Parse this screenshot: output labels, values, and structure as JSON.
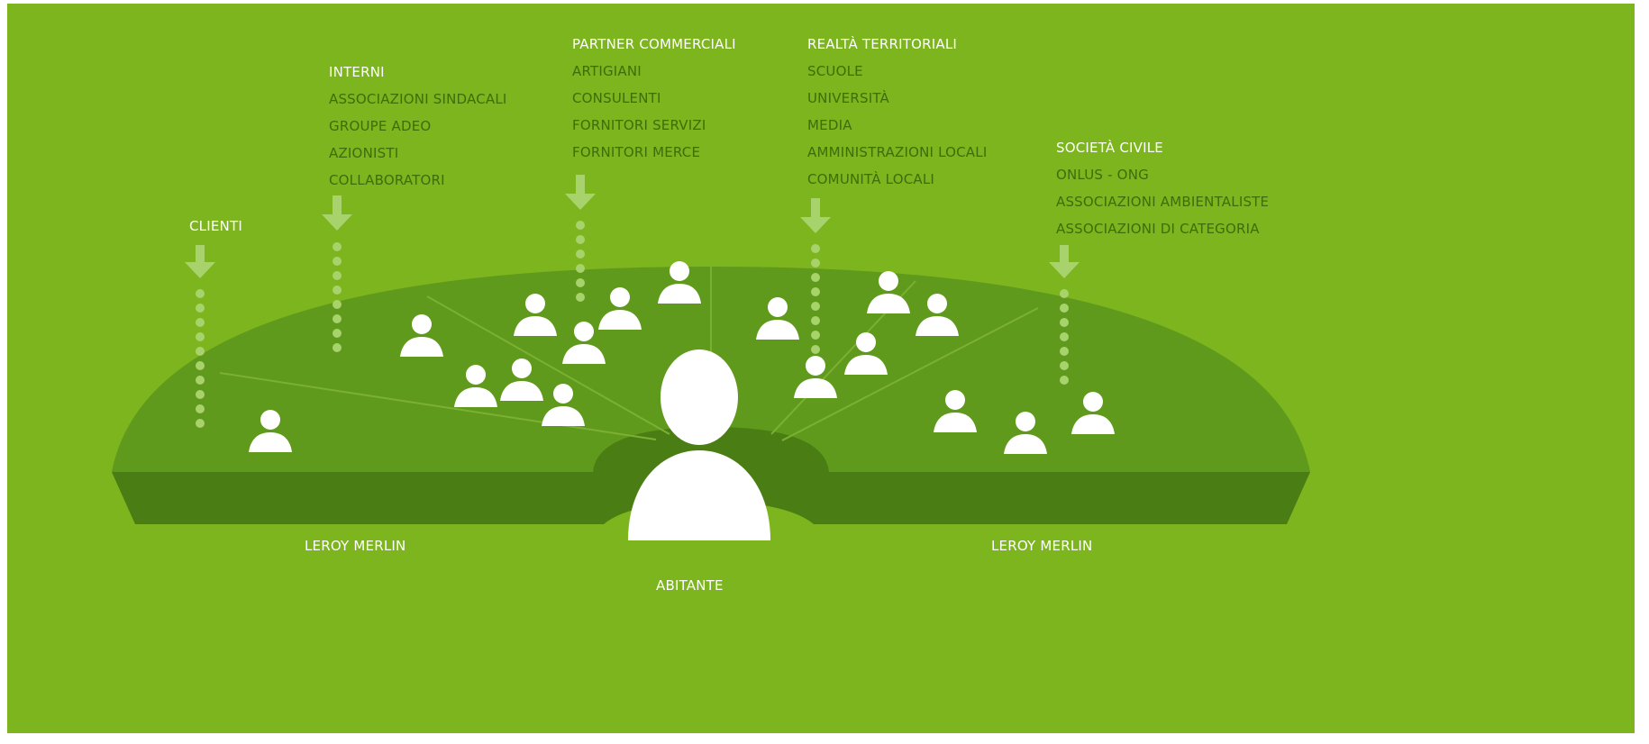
{
  "groups": {
    "clienti": {
      "title": "CLIENTI",
      "items": []
    },
    "interni": {
      "title": "INTERNI",
      "items": [
        "ASSOCIAZIONI SINDACALI",
        "GROUPE ADEO",
        "AZIONISTI",
        "COLLABORATORI"
      ]
    },
    "partner": {
      "title": "PARTNER COMMERCIALI",
      "items": [
        "ARTIGIANI",
        "CONSULENTI",
        "FORNITORI SERVIZI",
        "FORNITORI MERCE"
      ]
    },
    "realta": {
      "title": "REALTÀ TERRITORIALI",
      "items": [
        "SCUOLE",
        "UNIVERSITÀ",
        "MEDIA",
        "AMMINISTRAZIONI LOCALI",
        "COMUNITÀ LOCALI"
      ]
    },
    "societa": {
      "title": "SOCIETÀ CIVILE",
      "items": [
        "ONLUS - ONG",
        "ASSOCIAZIONI AMBIENTALISTE",
        "ASSOCIAZIONI DI CATEGORIA"
      ]
    }
  },
  "platform": {
    "left_label": "LEROY MERLIN",
    "right_label": "LEROY MERLIN",
    "center_label": "ABITANTE"
  },
  "icons": {
    "person": "person-icon",
    "arrow": "arrow-down-icon"
  },
  "colors": {
    "background": "#7cb51e",
    "disc_top": "#5f9a1c",
    "disc_side": "#4a7e14",
    "item_text": "#3f6c0a",
    "title_text": "#ffffff",
    "arrow": "#a8d26c",
    "figure": "#ffffff"
  }
}
